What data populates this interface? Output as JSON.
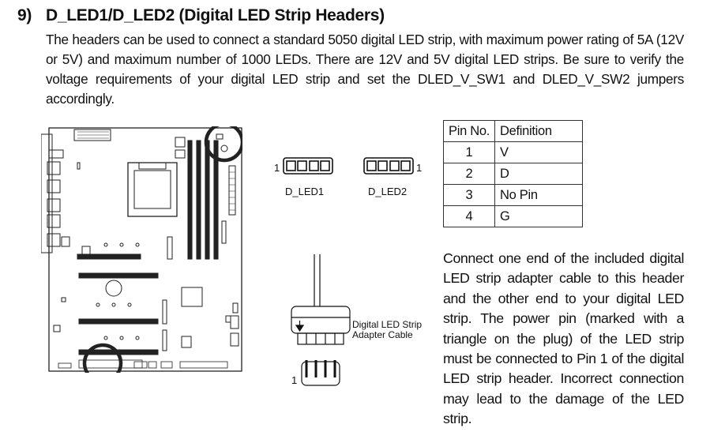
{
  "section": {
    "number": "9)",
    "title": "D_LED1/D_LED2 (Digital LED Strip Headers)",
    "intro": "The headers can be used to connect a standard 5050 digital LED strip, with maximum power rating of 5A (12V or 5V) and maximum number of 1000 LEDs. There are 12V and 5V digital LED strips. Be sure to verify the voltage requirements of your digital LED strip and set the DLED_V_SW1 and DLED_V_SW2 jumpers accordingly."
  },
  "headers": {
    "left_label": "D_LED1",
    "right_label": "D_LED2",
    "pin1_marker": "1"
  },
  "cable": {
    "label_line1": "Digital LED Strip",
    "label_line2": "Adapter Cable",
    "pin1_marker": "1"
  },
  "pin_table": {
    "col_pin": "Pin No.",
    "col_def": "Definition",
    "rows": [
      {
        "pin": "1",
        "def": "V"
      },
      {
        "pin": "2",
        "def": "D"
      },
      {
        "pin": "3",
        "def": "No Pin"
      },
      {
        "pin": "4",
        "def": "G"
      }
    ]
  },
  "description": "Connect one end of the included digital LED strip adapter cable to this header and the other end to your digital LED strip. The power pin (marked with a triangle on the plug) of the LED strip must be connected to Pin 1 of the digital LED strip header. Incorrect connection may lead to the damage of the LED strip."
}
